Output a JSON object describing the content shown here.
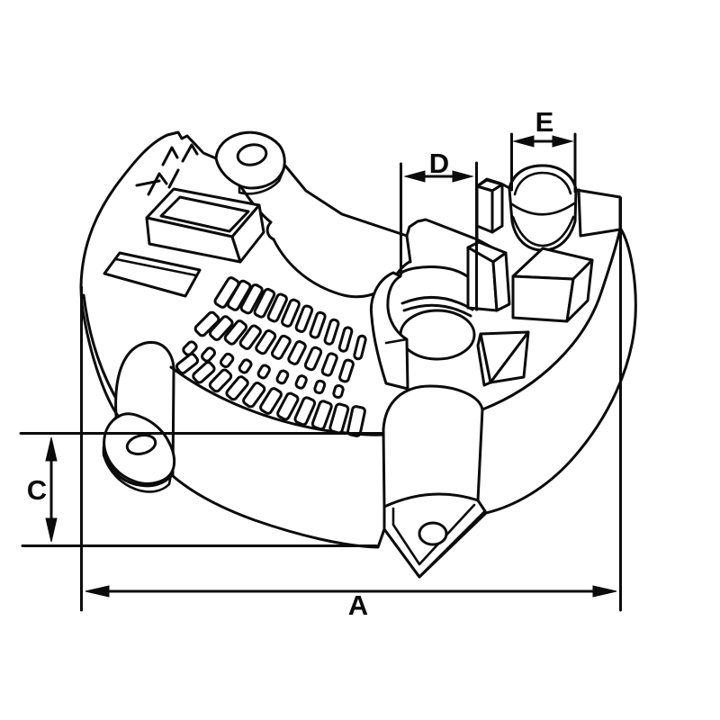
{
  "figure": {
    "type": "technical-line-drawing",
    "background_color": "#ffffff",
    "line_color": "#0b0b0b",
    "dimensions": {
      "a": "A",
      "c": "C",
      "d": "D",
      "e": "E"
    }
  }
}
